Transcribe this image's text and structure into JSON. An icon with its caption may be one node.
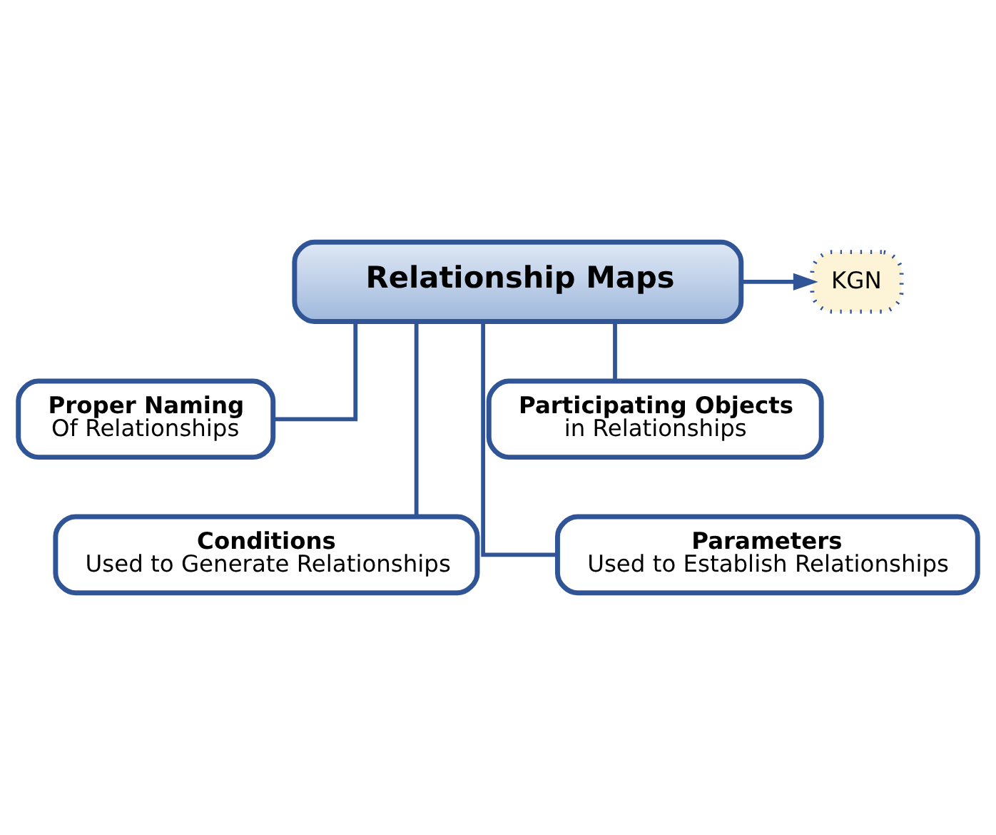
{
  "diagram": {
    "nodes": [
      {
        "text": [
          "KGN"
        ]
      },
      {
        "text": [
          "Relationship Maps"
        ]
      },
      {
        "text": [
          "Proper Naming",
          "Of Relationships"
        ]
      },
      {
        "text": [
          "Participating Objects",
          "in Relationships"
        ]
      },
      {
        "text": [
          "Conditions",
          "Used to Generate Relationships"
        ]
      },
      {
        "text": [
          "Parameters",
          "Used to Establish Relationships"
        ]
      }
    ],
    "edges": [
      {
        "from": 1,
        "to": 0,
        "arrow": "to"
      },
      {
        "from": 1,
        "to": 2,
        "arrow": "none"
      },
      {
        "from": 1,
        "to": 3,
        "arrow": "none"
      },
      {
        "from": 1,
        "to": 4,
        "arrow": "none"
      },
      {
        "from": 1,
        "to": 5,
        "arrow": "none"
      }
    ]
  }
}
